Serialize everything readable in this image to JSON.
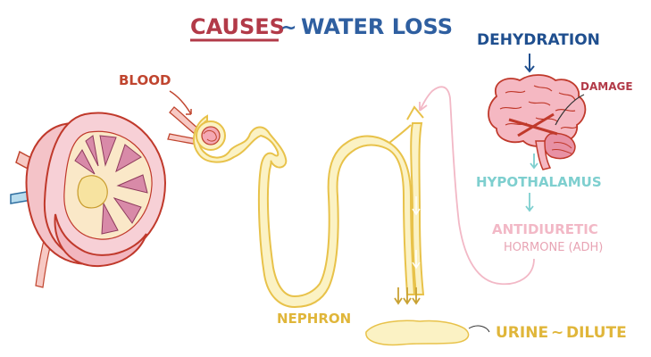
{
  "title": {
    "causes": "CAUSES",
    "tilde": "~",
    "water_loss": "WATER LOSS"
  },
  "labels": {
    "blood": "BLOOD",
    "dehydration": "DEHYDRATION",
    "damage": "DAMAGE",
    "hypothalamus": "HYPOTHALAMUS",
    "antidiuretic": "ANTIDIURETIC",
    "hormone": "HORMONE (ADH)",
    "nephron": "NEPHRON",
    "urine": "URINE",
    "urine_tilde": "~",
    "dilute": "DILUTE"
  },
  "colors": {
    "causes": "#b23a48",
    "water_loss": "#2f5fa0",
    "blood": "#c0452f",
    "dehydration": "#1f4f8f",
    "damage": "#b23a48",
    "hypothalamus": "#7ecfcf",
    "adh": "#f2b8c6",
    "nephron": "#e0b63a",
    "tubule_fill": "#fbf2c4",
    "tubule_stroke": "#e8c24a",
    "kidney_fill": "#f4c3c8",
    "kidney_stroke": "#c0392b",
    "brain_fill": "#f5b8c2",
    "ureter": "#a9d3ea"
  }
}
